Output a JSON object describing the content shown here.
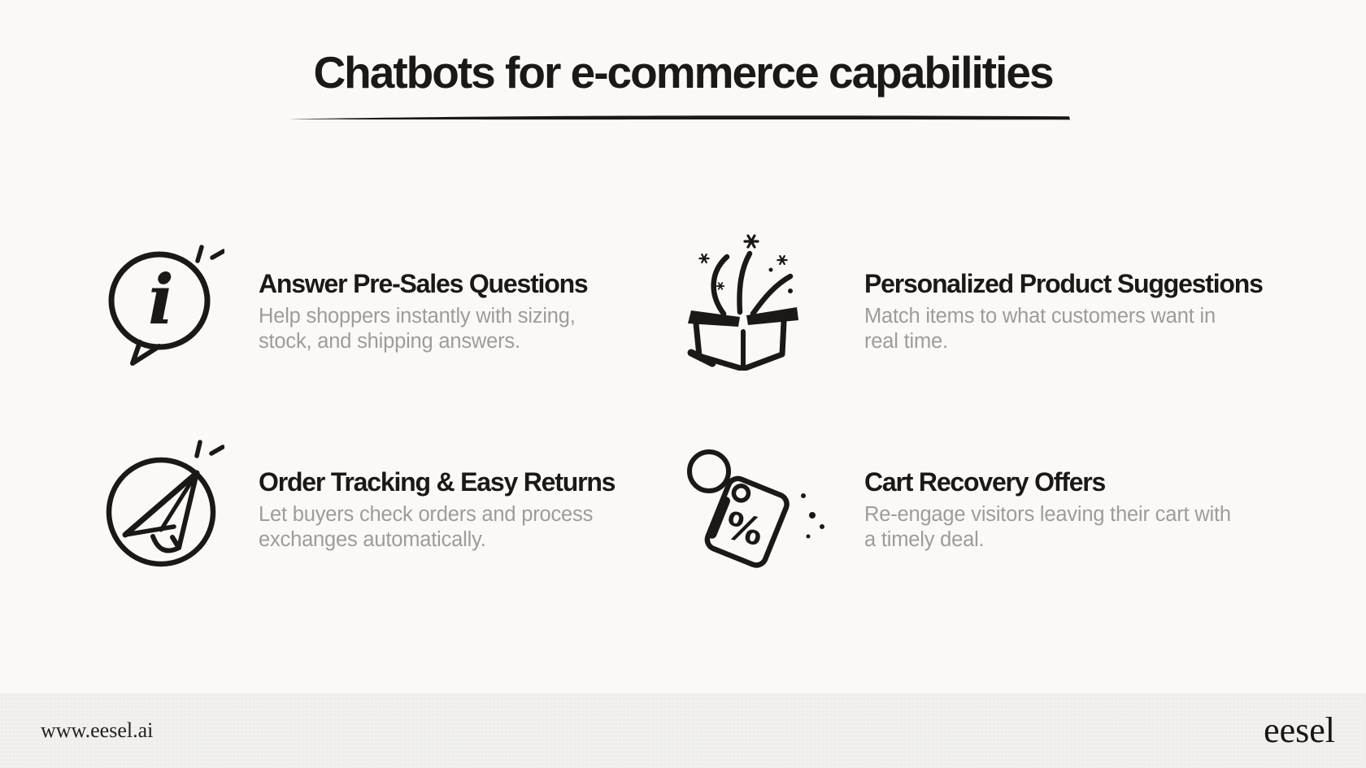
{
  "page": {
    "title": "Chatbots for e-commerce capabilities"
  },
  "theme": {
    "background_color": "#faf9f6",
    "footer_background_color": "#f1f0ed",
    "heading_color": "#1b1918",
    "description_color": "#9d9c9a"
  },
  "features": [
    {
      "icon": "info-speech-bubble-icon",
      "title": "Answer Pre-Sales Questions",
      "description_lines": [
        "Help shoppers instantly with sizing,",
        "stock, and shipping answers."
      ]
    },
    {
      "icon": "open-box-sparks-icon",
      "title": "Personalized Product Suggestions",
      "description_lines": [
        "Match items to what customers want in",
        "real time."
      ]
    },
    {
      "icon": "paper-plane-circle-icon",
      "title": "Order Tracking & Easy Returns",
      "description_lines": [
        "Let buyers check orders and process",
        "exchanges automatically."
      ]
    },
    {
      "icon": "discount-tag-icon",
      "title": "Cart Recovery Offers",
      "description_lines": [
        "Re-engage visitors leaving their cart with",
        "a timely deal."
      ]
    }
  ],
  "footer": {
    "website_url": "www.eesel.ai",
    "brand_logo_text": "eesel"
  }
}
